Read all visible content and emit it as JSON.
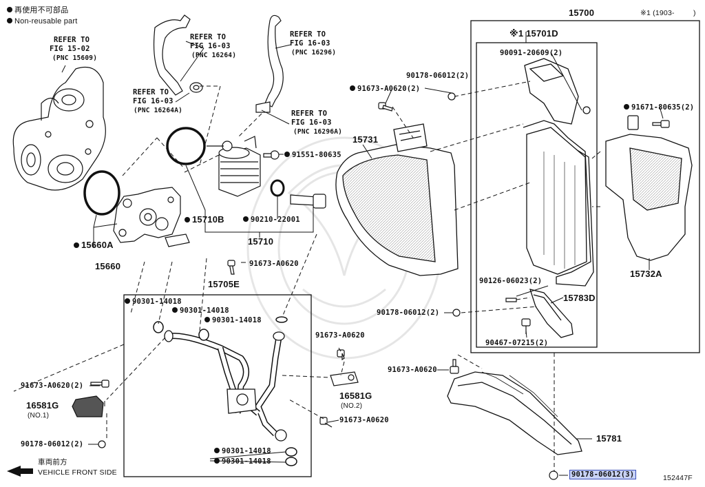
{
  "legend": {
    "line1": "再使用不可部品",
    "line2": "Non-reusable part"
  },
  "note": {
    "marker": "※1 (1903-",
    "close": ")"
  },
  "refs": {
    "fig1502": {
      "l1": "REFER TO",
      "l2": "FIG 15-02",
      "l3": "(PNC 15609)"
    },
    "fig1603a": {
      "l1": "REFER TO",
      "l2": "FIG 16-03",
      "l3": "(PNC 16264)"
    },
    "fig1603b": {
      "l1": "REFER TO",
      "l2": "FIG 16-03",
      "l3": "(PNC 16264A)"
    },
    "fig1603c": {
      "l1": "REFER TO",
      "l2": "FIG 16-03",
      "l3": "(PNC 16296)"
    },
    "fig1603d": {
      "l1": "REFER TO",
      "l2": "FIG 16-03",
      "l3": "(PNC 16296A)"
    }
  },
  "parts": {
    "p15700": "15700",
    "p15701D": "※1 15701D",
    "p90091": "90091-20609(2)",
    "p90178a": "90178-06012(2)",
    "p91673a": "91673-A0620(2)",
    "p91671": "91671-80635(2)",
    "p15731": "15731",
    "p91551": "91551-80635",
    "p15710B": "15710B",
    "p90210": "90210-22001",
    "p15710": "15710",
    "p15660A": "15660A",
    "p15660": "15660",
    "p91673b": "91673-A0620",
    "p15705E": "15705E",
    "p15732A": "15732A",
    "p90126": "90126-06023(2)",
    "p15783D": "15783D",
    "p90178b": "90178-06012(2)",
    "p90467": "90467-07215(2)",
    "p90301a": "90301-14018",
    "p90301b": "90301-14018",
    "p90301c": "90301-14018",
    "p91673c": "91673-A0620",
    "p91673d": "91673-A0620(2)",
    "p16581G1": "16581G",
    "p16581G1n": "(NO.1)",
    "p16581G2": "16581G",
    "p16581G2n": "(NO.2)",
    "p91673e": "91673-A0620",
    "p91673f": "91673-A0620",
    "p15781": "15781",
    "p90178c": "90178-06012(2)",
    "p90301d": "90301-14018",
    "p90301e": "90301-14018",
    "p90178d": "90178-06012(3)"
  },
  "footer": {
    "dir_jp": "車両前方",
    "dir_en": "VEHICLE FRONT SIDE",
    "code": "152447F"
  }
}
